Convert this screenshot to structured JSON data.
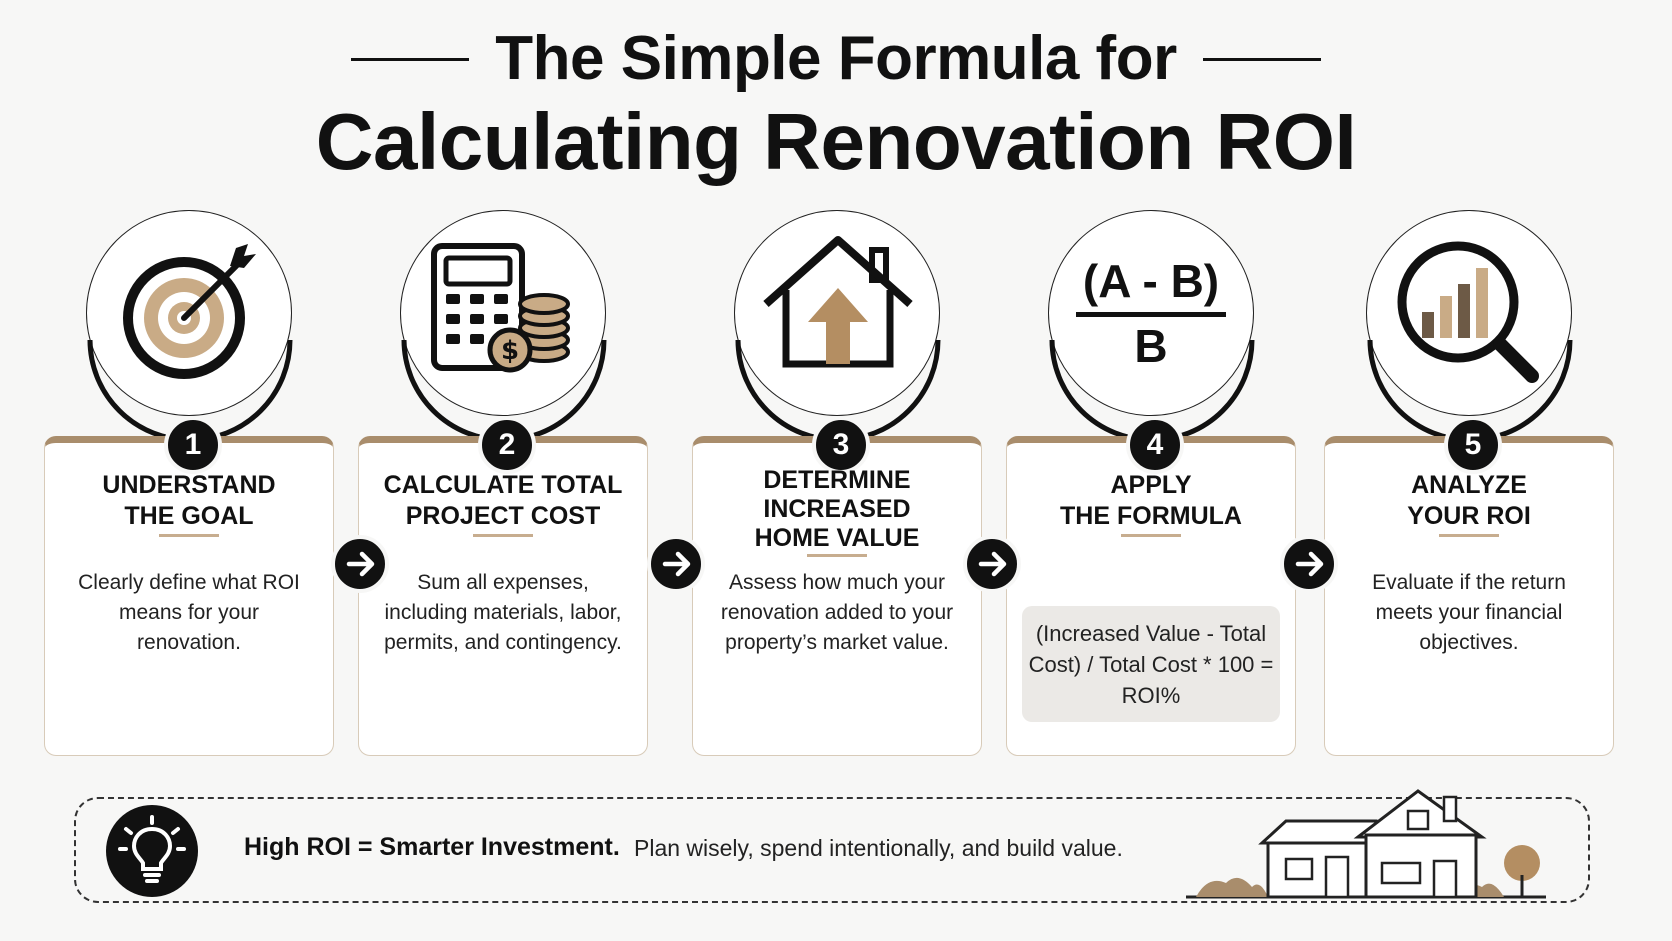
{
  "title": {
    "line1": "The Simple Formula for",
    "line2": "Calculating Renovation ROI"
  },
  "steps": [
    {
      "number": "1",
      "heading_line1": "UNDERSTAND",
      "heading_line2": "THE GOAL",
      "description": "Clearly define what ROI means for your renovation.",
      "icon": "target-icon"
    },
    {
      "number": "2",
      "heading_line1": "CALCULATE TOTAL",
      "heading_line2": "PROJECT COST",
      "description": "Sum all expenses, including materials, labor, permits, and contingency.",
      "icon": "calculator-coins-icon"
    },
    {
      "number": "3",
      "heading_line1": "DETERMINE",
      "heading_line2": "INCREASED",
      "heading_line3": "HOME VALUE",
      "description": "Assess how much your renovation added to your property’s market value.",
      "icon": "house-arrow-up-icon"
    },
    {
      "number": "4",
      "heading_line1": "APPLY",
      "heading_line2": "THE FORMULA",
      "icon_numerator": "(A - B)",
      "icon_denominator": "B",
      "formula": "(Increased Value - Total Cost) / Total Cost * 100 = ROI%",
      "icon": "fraction-formula-icon"
    },
    {
      "number": "5",
      "heading_line1": "ANALYZE",
      "heading_line2": "YOUR ROI",
      "description": "Evaluate if the return meets your financial objectives.",
      "icon": "magnifier-chart-icon"
    }
  ],
  "banner": {
    "strong": "High ROI = Smarter Investment.",
    "text": "Plan wisely, spend intentionally, and build value.",
    "icon": "lightbulb-icon",
    "illustration": "house-illustration"
  },
  "colors": {
    "accent": "#a98d6c",
    "accent_light": "#c7ad8f",
    "dark": "#111111",
    "background": "#f7f7f6",
    "formula_box": "#ebe9e6"
  }
}
